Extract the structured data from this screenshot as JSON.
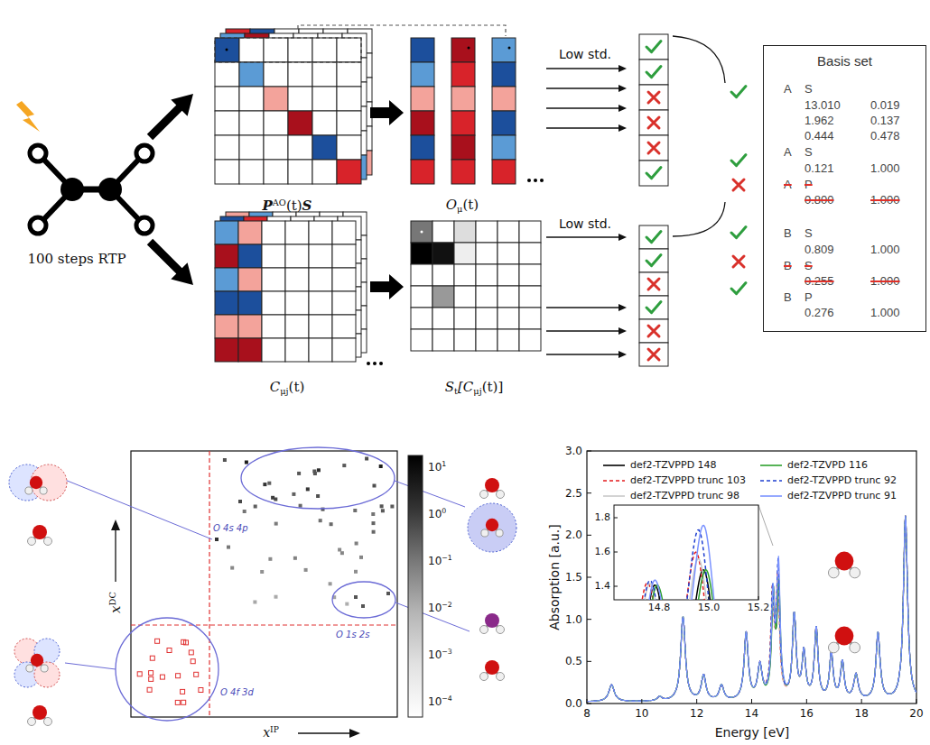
{
  "diagram": {
    "nodes": [
      {
        "text": [
          "Basis set",
          "A",
          "S",
          "13.010",
          "0.019",
          "1.962",
          "0.137",
          "0.444",
          "0.478",
          "A",
          "S",
          "0.121",
          "1.000",
          "A",
          "P",
          "0.800",
          "1.000",
          "B",
          "S",
          "0.809",
          "1.000",
          "B",
          "S",
          "0.255",
          "1.000",
          "B",
          "P",
          "0.276",
          "1.000"
        ]
      }
    ],
    "labels": [
      "100 steps RTP",
      "P",
      "AO",
      "(t)",
      "S",
      "O",
      "μ",
      "(t)",
      "Low std.",
      "C",
      "μj",
      "(t)",
      "S",
      "t",
      "[C",
      "μj",
      "(t)]",
      "Low std.",
      "O 4s 4p",
      "O 4f 3d",
      "O 1s 2s",
      "x",
      "DC",
      "x",
      "IP",
      "10",
      "1",
      "10",
      "0",
      "10",
      "−1",
      "10",
      "−2",
      "10",
      "−3",
      "10",
      "−4",
      "0.0",
      "0.5",
      "1.0",
      "1.5",
      "2.0",
      "2.5",
      "3.0",
      "8",
      "10",
      "12",
      "14",
      "16",
      "18",
      "20",
      "Absorption [a.u.]",
      "Energy [eV]",
      "1.8",
      "1.6",
      "1.4",
      "14.8",
      "15.0",
      "15.2"
    ],
    "legend": [
      {
        "text": "def2-TZVPPD 148"
      },
      {
        "text": "def2-TZVPD 116"
      },
      {
        "text": "def2-TZVPPD trunc 103"
      },
      {
        "text": "def2-TZVPPD trunc 92"
      },
      {
        "text": "def2-TZVPPD trunc 98"
      },
      {
        "text": "def2-TZVPPD trunc 91"
      }
    ]
  }
}
